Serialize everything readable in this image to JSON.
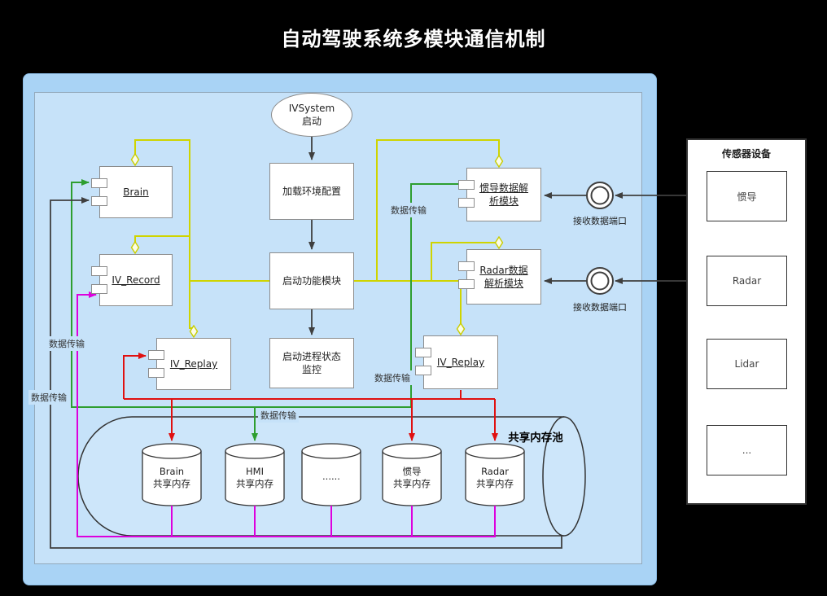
{
  "title": "自动驾驶系统多模块通信机制",
  "nodes": {
    "start": {
      "line1": "IVSystem",
      "line2": "启动"
    },
    "load_config": "加载环境配置",
    "start_modules": "启动功能模块",
    "process_monitor": "启动进程状态监控",
    "brain": "Brain",
    "iv_record": "IV_Record",
    "iv_replay_left": "IV_Replay",
    "iv_replay_right": "IV_Replay",
    "ins_parser": "惯导数据解析模块",
    "radar_parser": "Radar数据解析模块"
  },
  "ports": [
    "接收数据端口",
    "接收数据端口"
  ],
  "sensor_panel": {
    "title": "传感器设备",
    "items": [
      "惯导",
      "Radar",
      "Lidar",
      "..."
    ]
  },
  "memory_pool": {
    "label": "共享内存池",
    "cylinders": [
      {
        "name": "Brain",
        "sub": "共享内存"
      },
      {
        "name": "HMI",
        "sub": "共享内存"
      },
      {
        "name": "......",
        "sub": ""
      },
      {
        "name": "惯导",
        "sub": "共享内存"
      },
      {
        "name": "Radar",
        "sub": "共享内存"
      }
    ]
  },
  "edge_labels": [
    "数据传输",
    "数据传输",
    "数据传输",
    "数据传输",
    "数据传输"
  ],
  "colors": {
    "background": "#000000",
    "panel_outer": "#a9d3f5",
    "panel_inner": "#c6e2f9",
    "edge_yellow": "#cfd400",
    "edge_green": "#2e9e30",
    "edge_red": "#e01010",
    "edge_magenta": "#dd00dd",
    "edge_dark": "#3f3f3f",
    "node_border": "#8c8c8c"
  }
}
